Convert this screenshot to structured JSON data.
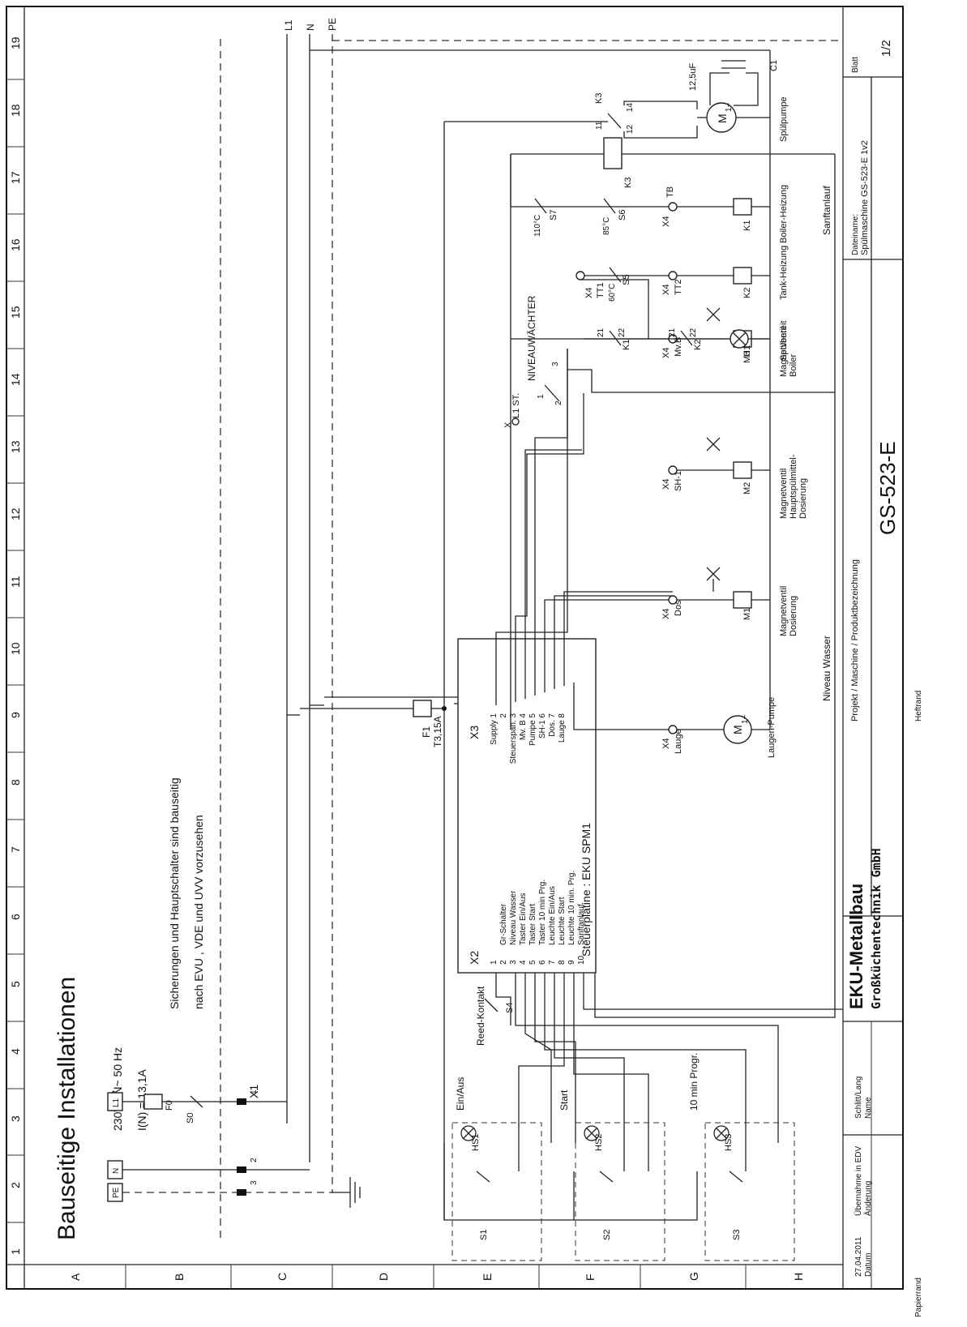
{
  "columns": [
    "1",
    "2",
    "3",
    "4",
    "5",
    "6",
    "7",
    "8",
    "9",
    "10",
    "11",
    "12",
    "13",
    "14",
    "15",
    "16",
    "17",
    "18",
    "19"
  ],
  "rows": [
    "A",
    "B",
    "C",
    "D",
    "E",
    "F",
    "G",
    "H"
  ],
  "title": "Bauseitige Installationen",
  "supply": {
    "line1": "230V   1N~   50 Hz",
    "line2": "I(N) = 13,1A"
  },
  "note": {
    "line1": "Sicherungen und Hauptschalter sind bauseitig",
    "line2": "nach EVU , VDE und UVV vorzusehen"
  },
  "mains": {
    "l1": "L1",
    "n": "N",
    "pe": "PE"
  },
  "x1": {
    "name": "X1",
    "t1": "1",
    "t2": "2",
    "t3": "3"
  },
  "f0": "F0",
  "s0": "S0",
  "f1": {
    "name": "F1",
    "rating": "T3,15A"
  },
  "pcb": {
    "title": "Steuerplatine : EKU SPM1",
    "x2": "X2",
    "x3": "X3",
    "x2_pins": [
      "1",
      "2",
      "3",
      "4",
      "5",
      "6",
      "7",
      "8",
      "9",
      "10"
    ],
    "x2_labels": [
      "",
      "Gr-Schalter",
      "Niveau Wasser",
      "Taster Ein/Aus",
      "Taster Start",
      "Taster 10 min Prg.",
      "Leuchte Ein/Aus",
      "Leuchte Start",
      "Leuchte 10 min. Prg.",
      "Sanftanlauf"
    ],
    "x3_labels": [
      "Supply 1",
      "2",
      "Steuerspan. 3",
      "Mv. B 4",
      "Pumpe 5",
      "SH-1 6",
      "Dos. 7",
      "Lauge 8"
    ]
  },
  "reed": {
    "label": "Reed-Kontakt",
    "s4": "S4"
  },
  "switches": [
    {
      "label": "Ein/Aus",
      "s": "S1",
      "hs": "HS1"
    },
    {
      "label": "Start",
      "s": "S2",
      "hs": "HS2"
    },
    {
      "label": "10 min Progr.",
      "s": "S3",
      "hs": "HS3"
    }
  ],
  "niveau_wasser": "Niveau Wasser",
  "sanftanlauf": "Sanftanlauf",
  "loads": {
    "lauge": {
      "x4": "X4",
      "term": "Lauge",
      "func": "Laugen-Pumpe",
      "motor": "M",
      "phase": "1~"
    },
    "m1": {
      "x4": "X4",
      "term": "Dos",
      "name": "M1",
      "func1": "Magnetventil",
      "func2": "Dosierung"
    },
    "m2": {
      "x4": "X4",
      "term": "SH-1",
      "name": "M2",
      "func1": "Magnetventil",
      "func2": "Hauptspülmittel-",
      "func3": "Dosierung"
    },
    "m3": {
      "x4": "X4",
      "term": "Mv.B",
      "name": "M3",
      "func1": "Magnetventil",
      "func2": "Boiler"
    },
    "h1": {
      "name": "H1",
      "func": "Spülbereit"
    },
    "k2": {
      "name": "K2",
      "func": "Tank-Heizung",
      "x4a": "X4",
      "tt1": "TT1",
      "x4b": "X4",
      "tt2": "TT2",
      "s5": "S5",
      "temp": "60°C"
    },
    "k1": {
      "name": "K1",
      "func": "Boiler-Heizung",
      "x4": "X4",
      "tb": "TB",
      "s6": "S6",
      "s7": "S7",
      "temp6": "85°C",
      "temp7": "110°C"
    },
    "k3": {
      "name": "K3",
      "c11": "11",
      "c12": "12",
      "c14": "14"
    },
    "pump": {
      "func": "Spülpumpe",
      "motor": "M",
      "phase": "1~",
      "c1": "C1",
      "cap": "12,5uF"
    }
  },
  "niveau": {
    "label": "NIVEAUWÄCHTER",
    "l1st": "L1 ST.",
    "xp": "X",
    "n1": "1",
    "n2": "2",
    "n3": "3"
  },
  "contacts": {
    "k1": "K1",
    "k2": "K2",
    "n21a": "21",
    "n22a": "22",
    "n21b": "21",
    "n22b": "22"
  },
  "titleblock": {
    "company": "EKU-Metallbau",
    "subtitle": "Großküchentechnik GmbH",
    "project_label": "Projekt / Maschine / Produktbezeichnung",
    "product": "GS-523-E",
    "filename_label": "Dateiname:",
    "filename": "Spülmaschine GS-523-E 1v2",
    "sheet_label": "Blatt",
    "sheet": "1/2",
    "date": "27.04.2011",
    "date_label": "Datum",
    "edv": "Übernahme in EDV",
    "change": "Änderung",
    "author": "Schlitt/Lang",
    "name_label": "Name",
    "heftrand": "Heftrand",
    "papierrand": "Papierrand"
  }
}
